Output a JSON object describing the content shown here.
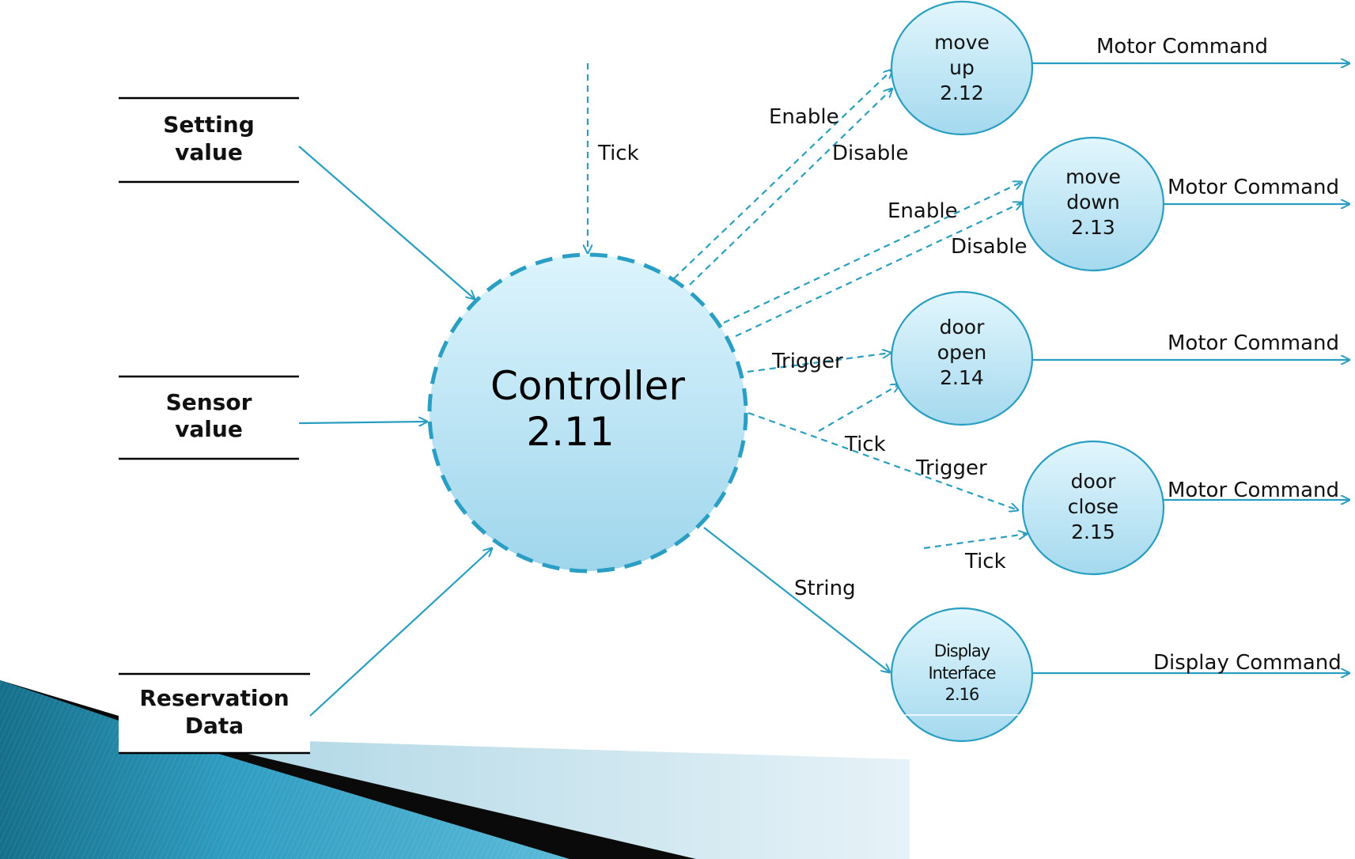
{
  "controller": {
    "name": "Controller",
    "id": "2.11"
  },
  "stores": [
    {
      "key": "setting",
      "lines": [
        "Setting",
        "value"
      ]
    },
    {
      "key": "sensor",
      "lines": [
        "Sensor",
        "value"
      ]
    },
    {
      "key": "reservation",
      "lines": [
        "Reservation",
        "Data"
      ]
    }
  ],
  "processes": [
    {
      "key": "move-up",
      "lines": [
        "move",
        "up",
        "2.12"
      ],
      "output": "Motor Command"
    },
    {
      "key": "move-down",
      "lines": [
        "move",
        "down",
        "2.13"
      ],
      "output": "Motor Command"
    },
    {
      "key": "door-open",
      "lines": [
        "door",
        "open",
        "2.14"
      ],
      "output": "Motor Command"
    },
    {
      "key": "door-close",
      "lines": [
        "door",
        "close",
        "2.15"
      ],
      "output": "Motor Command"
    },
    {
      "key": "display-interface",
      "lines": [
        "Display",
        "Interface",
        "2.16"
      ],
      "output": "Display Command"
    }
  ],
  "flow_labels": {
    "tick_in": "Tick",
    "enable_up": "Enable",
    "disable_up": "Disable",
    "enable_down": "Enable",
    "disable_down": "Disable",
    "trigger_open": "Trigger",
    "tick_open": "Tick",
    "trigger_close": "Trigger",
    "tick_close": "Tick",
    "string": "String"
  },
  "colors": {
    "flow": "#2a9ec0",
    "bubble_fill_top": "#dff4fc",
    "bubble_fill_bottom": "#a8dcef",
    "bubble_stroke": "#2a9ec0",
    "controller_stroke": "#2b9ec3"
  }
}
